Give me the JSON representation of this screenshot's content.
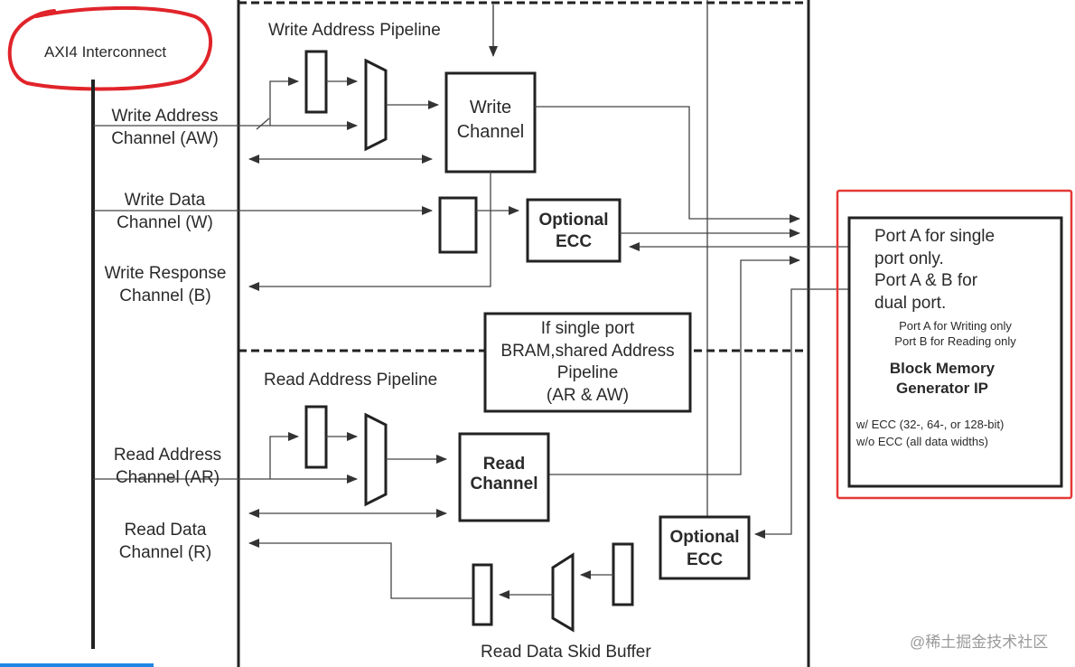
{
  "interconnect": {
    "title": "AXI4 Interconnect"
  },
  "channels": {
    "aw": [
      "Write Address",
      "Channel (AW)"
    ],
    "w": [
      "Write Data",
      "Channel (W)"
    ],
    "b": [
      "Write Response",
      "Channel (B)"
    ],
    "ar": [
      "Read Address",
      "Channel (AR)"
    ],
    "r": [
      "Read Data",
      "Channel (R)"
    ]
  },
  "pipelines": {
    "write_address": "Write Address Pipeline",
    "read_address": "Read Address Pipeline",
    "read_data_skid": "Read Data Skid Buffer"
  },
  "blocks": {
    "write_channel": [
      "Write",
      "Channel"
    ],
    "read_channel": [
      "Read",
      "Channel"
    ],
    "optional_ecc_top": [
      "Optional",
      "ECC"
    ],
    "optional_ecc_bottom": [
      "Optional",
      "ECC"
    ],
    "shared_note": [
      "If single port",
      "BRAM,shared Address",
      "Pipeline",
      "(AR & AW)"
    ]
  },
  "bram": {
    "port_a_single": [
      "Port A for single",
      "port only."
    ],
    "port_ab_dual": [
      "Port A & B for",
      "dual port."
    ],
    "port_a_writing": "Port A for Writing only",
    "port_b_reading": "Port B for Reading only",
    "title": [
      "Block Memory",
      "Generator IP"
    ],
    "ecc_with": "w/ ECC (32-, 64-, or 128-bit)",
    "ecc_without": "w/o ECC (all data widths)"
  },
  "watermark": "@稀土掘金技术社区",
  "colors": {
    "annotation_red": "#e0242a",
    "highlight_red": "#e53935",
    "line": "#333333",
    "bottom_accent": "#1e88e5"
  }
}
